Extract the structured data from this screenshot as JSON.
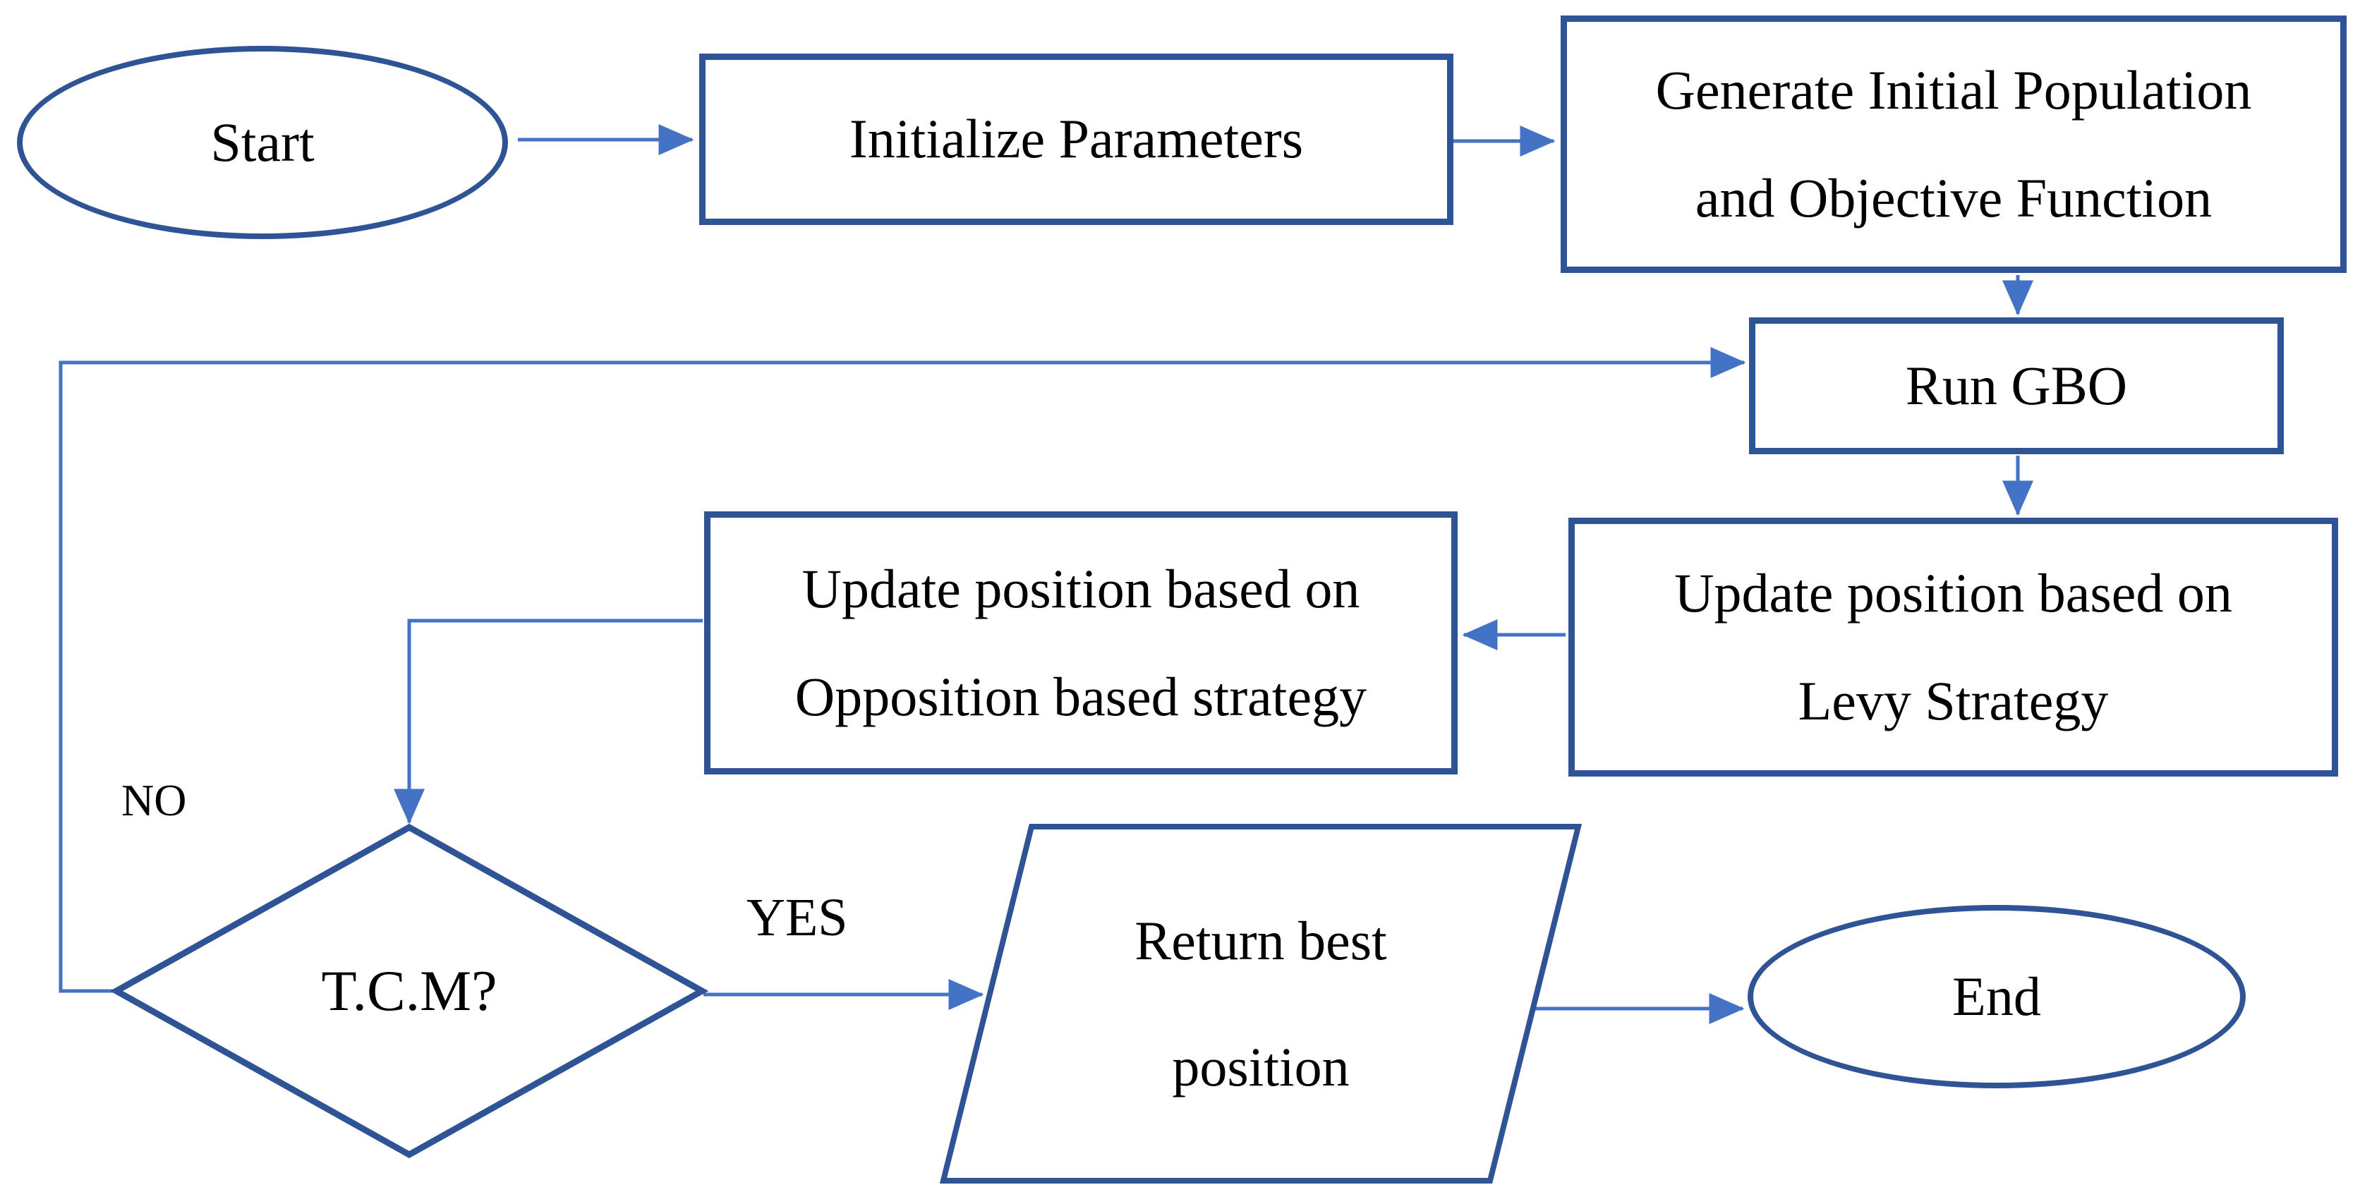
{
  "colors": {
    "background": "#ffffff",
    "shape_border": "#2f5496",
    "connector": "#4472c4",
    "text": "#000000"
  },
  "nodes": {
    "start": {
      "shape": "ellipse",
      "label": "Start"
    },
    "initialize": {
      "shape": "rectangle",
      "label": "Initialize Parameters"
    },
    "generate": {
      "shape": "rectangle",
      "line1": "Generate Initial Population",
      "line2": "and Objective Function"
    },
    "run_gbo": {
      "shape": "rectangle",
      "label": "Run GBO"
    },
    "levy": {
      "shape": "rectangle",
      "line1": "Update position based on",
      "line2": "Levy Strategy"
    },
    "opposition": {
      "shape": "rectangle",
      "line1": "Update position based on",
      "line2": "Opposition based strategy"
    },
    "tcm": {
      "shape": "diamond",
      "label": "T.C.M?"
    },
    "return_best": {
      "shape": "parallelogram",
      "line1": "Return best",
      "line2": "position"
    },
    "end": {
      "shape": "ellipse",
      "label": "End"
    }
  },
  "edge_labels": {
    "no": "NO",
    "yes": "YES"
  },
  "edges": [
    {
      "from": "start",
      "to": "initialize",
      "label": ""
    },
    {
      "from": "initialize",
      "to": "generate",
      "label": ""
    },
    {
      "from": "generate",
      "to": "run_gbo",
      "label": ""
    },
    {
      "from": "run_gbo",
      "to": "levy",
      "label": ""
    },
    {
      "from": "levy",
      "to": "opposition",
      "label": ""
    },
    {
      "from": "opposition",
      "to": "tcm",
      "label": ""
    },
    {
      "from": "tcm",
      "to": "return_best",
      "label": "YES"
    },
    {
      "from": "tcm",
      "to": "run_gbo",
      "label": "NO"
    },
    {
      "from": "return_best",
      "to": "end",
      "label": ""
    }
  ]
}
